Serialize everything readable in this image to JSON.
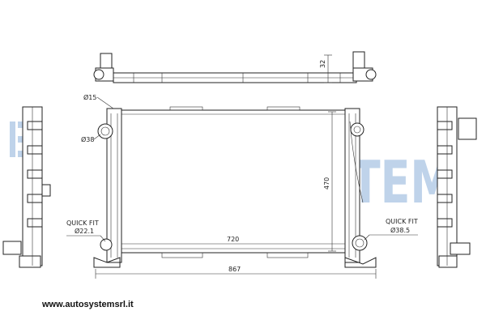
{
  "watermark": {
    "text": "AUTOSYSTEM",
    "color": "#bfd3ea"
  },
  "website": "www.autosystemsrl.it",
  "dimensions": {
    "top_height": "32",
    "pipe_small": "Ø15",
    "pipe_inlet": "Ø38",
    "core_height": "470",
    "core_width": "720",
    "overall_width": "867",
    "quick_fit_label": "QUICK FIT",
    "quick_fit_left": "Ø22.1",
    "quick_fit_right": "Ø38.5"
  }
}
